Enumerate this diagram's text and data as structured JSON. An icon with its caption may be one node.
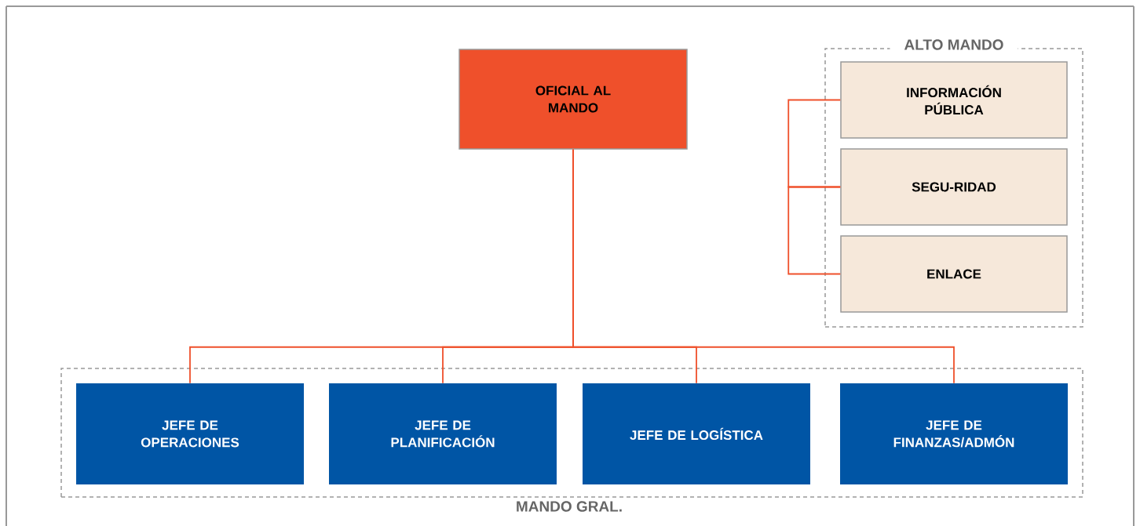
{
  "diagram": {
    "nodes": [
      {
        "text": [
          "OFICIAL AL MANDO"
        ]
      },
      {
        "text": [
          "ALTO MANDO"
        ]
      },
      {
        "text": [
          "INFORMACIÓN PÚBLICA"
        ],
        "in": 1
      },
      {
        "text": [
          "SEGU-RIDAD"
        ],
        "in": 1
      },
      {
        "text": [
          "ENLACE"
        ],
        "in": 1
      },
      {
        "text": [
          "MANDO GRAL."
        ]
      },
      {
        "text": [
          "JEFE DE OPERACIONES"
        ],
        "in": 5
      },
      {
        "text": [
          "JEFE DE PLANIFICACIÓN"
        ],
        "in": 5
      },
      {
        "text": [
          "JEFE DE LOGÍSTICA"
        ],
        "in": 5
      },
      {
        "text": [
          "JEFE DE FINANZAS/ADMÓN"
        ],
        "in": 5
      }
    ],
    "edges": [
      {
        "from": 0,
        "to": 6,
        "arrow": "none"
      },
      {
        "from": 0,
        "to": 7,
        "arrow": "none"
      },
      {
        "from": 0,
        "to": 8,
        "arrow": "none"
      },
      {
        "from": 0,
        "to": 9,
        "arrow": "none"
      },
      {
        "from": 2,
        "to": 3,
        "arrow": "none"
      },
      {
        "from": 3,
        "to": 4,
        "arrow": "none"
      }
    ]
  }
}
